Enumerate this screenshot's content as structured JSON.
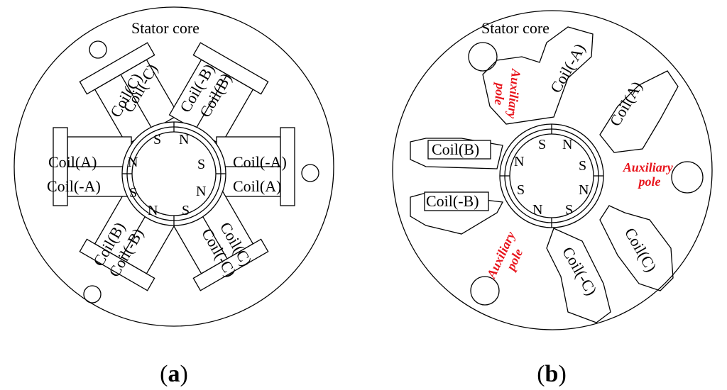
{
  "colors": {
    "line": "#000000",
    "auxiliary": "#e8141c",
    "background": "#ffffff"
  },
  "panel_a": {
    "stator_label": "Stator core",
    "caption_open": "(",
    "caption_letter": "a",
    "caption_close": ")",
    "coils": [
      "Coil(C)",
      "Coil(-C)",
      "Coil(-B)",
      "Coil(B)",
      "Coil(A)",
      "Coil(-A)",
      "Coil(-A)",
      "Coil(A)",
      "Coil(B)",
      "Coil(-B)",
      "Coil(-C)",
      "Coil(C)"
    ],
    "magnets": [
      "S",
      "N",
      "S",
      "N",
      "S",
      "N",
      "S",
      "N"
    ]
  },
  "panel_b": {
    "stator_label": "Stator core",
    "caption_open": "(",
    "caption_letter": "b",
    "caption_close": ")",
    "coils": [
      "Coil(-A)",
      "Coil(A)",
      "Coil(B)",
      "Coil(-B)",
      "Coil(-C)",
      "Coil(C)"
    ],
    "auxiliary_top": [
      "Auxiliary",
      "pole"
    ],
    "auxiliary_right": [
      "Auxiliary",
      "pole"
    ],
    "auxiliary_bottom": [
      "Auxiliary",
      "pole"
    ],
    "magnets": [
      "S",
      "N",
      "S",
      "N",
      "S",
      "N",
      "S",
      "N"
    ]
  }
}
